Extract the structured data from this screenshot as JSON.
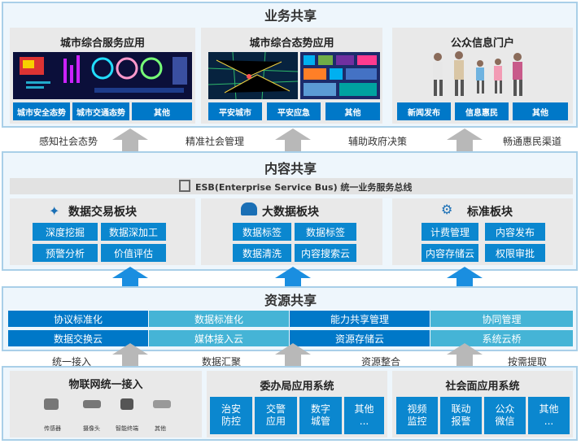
{
  "business": {
    "title": "业务共享",
    "panels": [
      {
        "title": "城市综合服务应用",
        "buttons": [
          "城市安全态势",
          "城市交通态势",
          "其他"
        ]
      },
      {
        "title": "城市综合态势应用",
        "buttons": [
          "平安城市",
          "平安应急",
          "其他"
        ]
      },
      {
        "title": "公众信息门户",
        "buttons": [
          "新闻发布",
          "信息惠民",
          "其他"
        ]
      }
    ]
  },
  "labels_top": [
    "感知社会态势",
    "精准社会管理",
    "辅助政府决策",
    "畅通惠民渠道"
  ],
  "content": {
    "title": "内容共享",
    "esb": "ESB(Enterprise Service Bus) 统一业务服务总线",
    "panels": [
      {
        "title": "数据交易板块",
        "buttons": [
          "深度挖掘",
          "数据深加工",
          "预警分析",
          "价值评估"
        ]
      },
      {
        "title": "大数据板块",
        "buttons": [
          "数据标签",
          "数据标签",
          "数据清洗",
          "内容搜索云"
        ]
      },
      {
        "title": "标准板块",
        "buttons": [
          "计费管理",
          "内容发布",
          "内容存储云",
          "权限审批"
        ]
      }
    ]
  },
  "resource": {
    "title": "资源共享",
    "row1": [
      "协议标准化",
      "数据标准化",
      "能力共享管理",
      "协同管理"
    ],
    "row2": [
      "数据交换云",
      "媒体接入云",
      "资源存储云",
      "系统云桥"
    ]
  },
  "labels_bottom": [
    "统一接入",
    "数据汇聚",
    "资源整合",
    "按需提取"
  ],
  "access": {
    "panels": [
      {
        "title": "物联网统一接入",
        "devices": [
          "传感器",
          "摄像头",
          "智能终端",
          "其他"
        ]
      },
      {
        "title": "委办局应用系统",
        "buttons": [
          "治安\n防控",
          "交警\n应用",
          "数字\n城管",
          "其他\n..."
        ]
      },
      {
        "title": "社会面应用系统",
        "buttons": [
          "视频\n监控",
          "联动\n报警",
          "公众\n微信",
          "其他\n..."
        ]
      }
    ]
  },
  "colors": {
    "dark_blue": "#0078c8",
    "light_teal": "#45b4d6",
    "arrow_blue": "#1a8ee0",
    "arrow_gray": "#b8b8b8",
    "border": "#a9cfe8"
  }
}
